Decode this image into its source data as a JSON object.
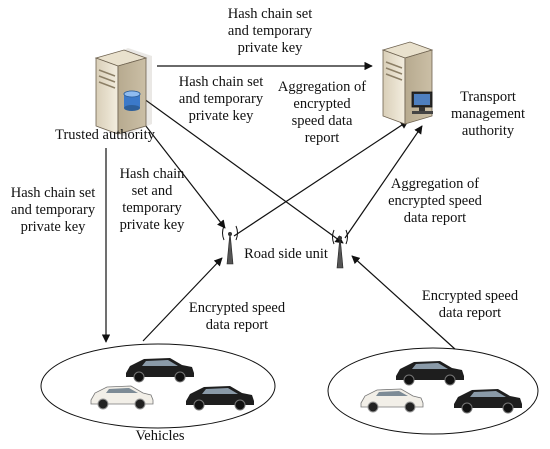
{
  "nodes": {
    "trusted_authority": "Trusted authority",
    "transport_authority": [
      "Transport",
      "management",
      "authority"
    ],
    "road_side_unit": "Road side unit",
    "vehicles": "Vehicles"
  },
  "edges": {
    "ta_to_tma": [
      "Hash chain set",
      "and temporary",
      "private key"
    ],
    "ta_to_rsu_right": [
      "Hash chain set",
      "and temporary",
      "private key"
    ],
    "ta_to_rsu_left": [
      "Hash chain",
      "set and",
      "temporary",
      "private key"
    ],
    "ta_to_vehicles": [
      "Hash chain set",
      "and temporary",
      "private key"
    ],
    "rsu_left_to_tma": [
      "Aggregation of",
      "encrypted",
      "speed data",
      "report"
    ],
    "rsu_right_to_tma": [
      "Aggregation of",
      "encrypted speed",
      "data report"
    ],
    "vehicles_left_to_rsu": [
      "Encrypted speed",
      "data report"
    ],
    "vehicles_right_to_rsu": [
      "Encrypted speed",
      "data report"
    ]
  }
}
